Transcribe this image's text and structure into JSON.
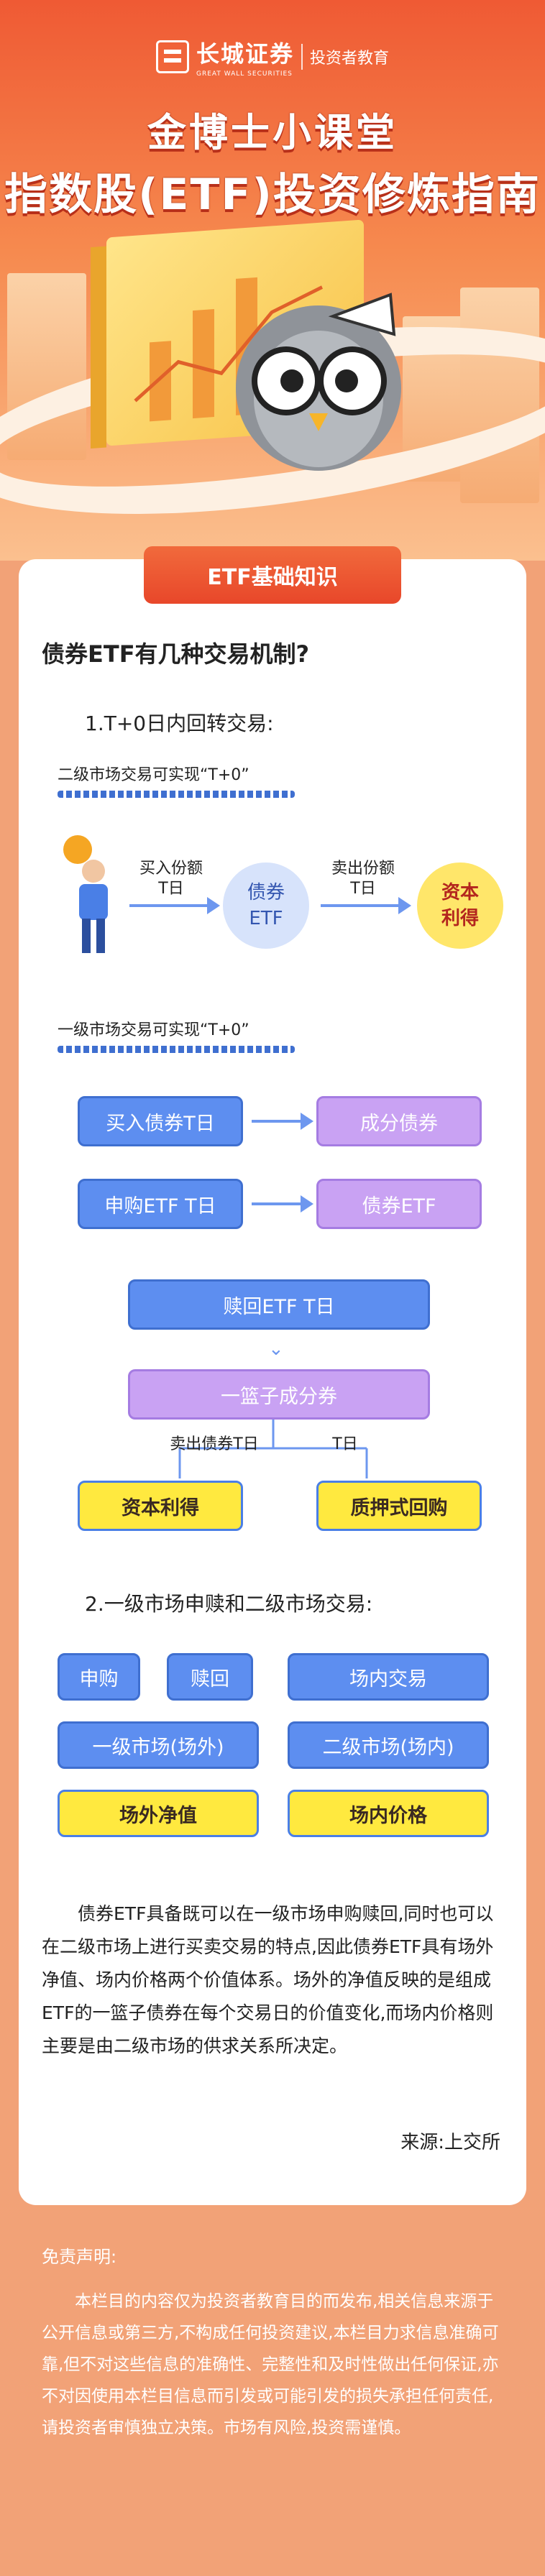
{
  "header": {
    "logo_cn": "长城证券",
    "logo_en": "GREAT WALL SECURITIES",
    "tag": "投资者教育",
    "title_line1": "金博士小课堂",
    "title_line2": "指数股(ETF)投资修炼指南"
  },
  "section_ribbon": "ETF基础知识",
  "question": "债券ETF有几种交易机制?",
  "part1": {
    "heading": "1.T+0日内回转交易:",
    "secondary_note": "二级市场交易可实现“T+0”",
    "flow1": {
      "buy_label_line1": "买入份额",
      "buy_label_line2": "T日",
      "etf_line1": "债券",
      "etf_line2": "ETF",
      "sell_label_line1": "卖出份额",
      "sell_label_line2": "T日",
      "gain_line1": "资本",
      "gain_line2": "利得"
    },
    "primary_note": "一级市场交易可实现“T+0”",
    "flow2": {
      "buy_bond": "买入债券T日",
      "component_bond": "成分债券",
      "subscribe": "申购ETF T日",
      "bond_etf": "债券ETF",
      "redeem": "赎回ETF T日",
      "basket": "一篮子成分券",
      "sell_bond_label": "卖出债券T日",
      "t_label": "T日",
      "capital_gain": "资本利得",
      "repo": "质押式回购"
    }
  },
  "part2": {
    "heading": "2.一级市场申赎和二级市场交易:",
    "grid": {
      "subscribe": "申购",
      "redeem": "赎回",
      "exchange_trade": "场内交易",
      "primary_market": "一级市场(场外)",
      "secondary_market": "二级市场(场内)",
      "nav": "场外净值",
      "price": "场内价格"
    }
  },
  "paragraph": "债券ETF具备既可以在一级市场申购赎回,同时也可以在二级市场上进行买卖交易的特点,因此债券ETF具有场外净值、场内价格两个价值体系。场外的净值反映的是组成ETF的一篮子债券在每个交易日的价值变化,而场内价格则主要是由二级市场的供求关系所决定。",
  "source": "来源:上交所",
  "disclaimer_title": "免责声明:",
  "disclaimer": "本栏目的内容仅为投资者教育目的而发布,相关信息来源于公开信息或第三方,不构成任何投资建议,本栏目力求信息准确可靠,但不对这些信息的准确性、完整性和及时性做出任何保证,亦不对因使用本栏目信息而引发或可能引发的损失承担任何责任,请投资者审慎独立决策。市场有风险,投资需谨慎。",
  "colors": {
    "orange": "#ef5a34",
    "blue": "#5d8ef0",
    "purple": "#c9a2f3",
    "yellow": "#ffe93f"
  }
}
